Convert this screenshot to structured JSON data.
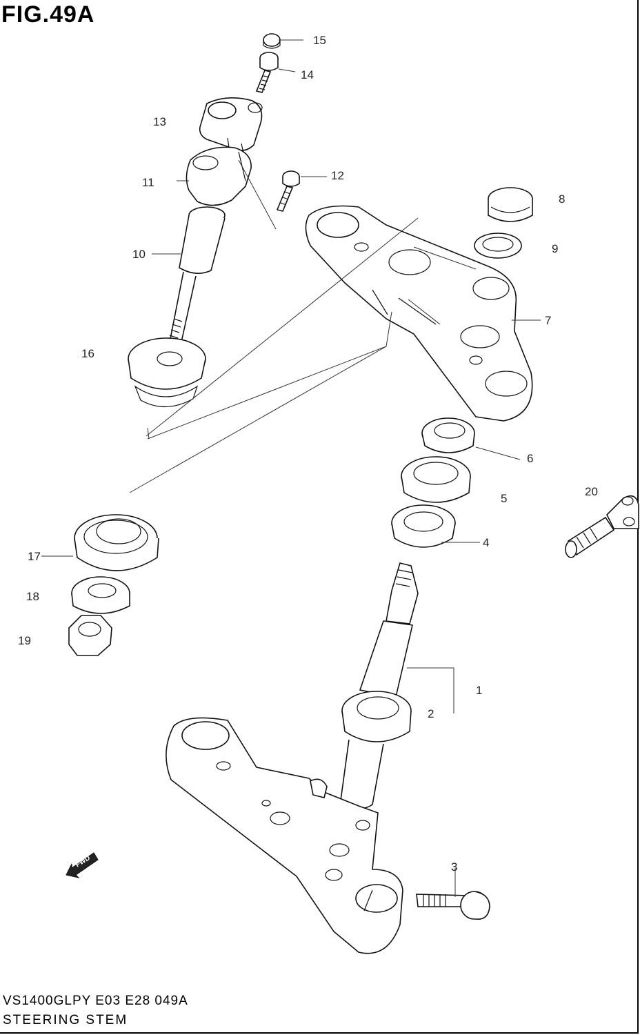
{
  "figure": {
    "title": "FIG.49A",
    "footer_code": "VS1400GLPY E03 E28 049A",
    "footer_name": "STEERING STEM"
  },
  "fwd_arrow": {
    "label": "FWD"
  },
  "callouts": [
    {
      "id": "c1",
      "label": "1"
    },
    {
      "id": "c2",
      "label": "2"
    },
    {
      "id": "c3",
      "label": "3"
    },
    {
      "id": "c4",
      "label": "4"
    },
    {
      "id": "c5",
      "label": "5"
    },
    {
      "id": "c6",
      "label": "6"
    },
    {
      "id": "c7",
      "label": "7"
    },
    {
      "id": "c8",
      "label": "8"
    },
    {
      "id": "c9",
      "label": "9"
    },
    {
      "id": "c10",
      "label": "10"
    },
    {
      "id": "c11",
      "label": "11"
    },
    {
      "id": "c12",
      "label": "12"
    },
    {
      "id": "c13",
      "label": "13"
    },
    {
      "id": "c14",
      "label": "14"
    },
    {
      "id": "c15",
      "label": "15"
    },
    {
      "id": "c16",
      "label": "16"
    },
    {
      "id": "c17",
      "label": "17"
    },
    {
      "id": "c18",
      "label": "18"
    },
    {
      "id": "c19",
      "label": "19"
    },
    {
      "id": "c20",
      "label": "20"
    }
  ]
}
